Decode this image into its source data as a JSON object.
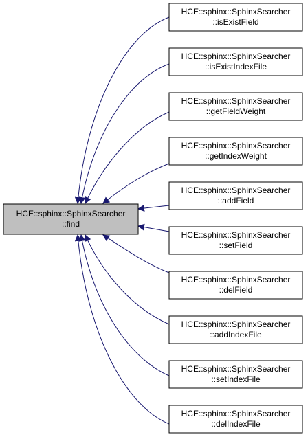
{
  "main_node": {
    "line1": "HCE::sphinx::SphinxSearcher",
    "line2": "::find",
    "fill": "#bfbfbf"
  },
  "caller_nodes": [
    {
      "line1": "HCE::sphinx::SphinxSearcher",
      "line2": "::isExistField"
    },
    {
      "line1": "HCE::sphinx::SphinxSearcher",
      "line2": "::isExistIndexFile"
    },
    {
      "line1": "HCE::sphinx::SphinxSearcher",
      "line2": "::getFieldWeight"
    },
    {
      "line1": "HCE::sphinx::SphinxSearcher",
      "line2": "::getIndexWeight"
    },
    {
      "line1": "HCE::sphinx::SphinxSearcher",
      "line2": "::addField"
    },
    {
      "line1": "HCE::sphinx::SphinxSearcher",
      "line2": "::setField"
    },
    {
      "line1": "HCE::sphinx::SphinxSearcher",
      "line2": "::delField"
    },
    {
      "line1": "HCE::sphinx::SphinxSearcher",
      "line2": "::addIndexFile"
    },
    {
      "line1": "HCE::sphinx::SphinxSearcher",
      "line2": "::setIndexFile"
    },
    {
      "line1": "HCE::sphinx::SphinxSearcher",
      "line2": "::delIndexFile"
    }
  ],
  "colors": {
    "edge": "#191970",
    "border": "#000000",
    "node_fill": "#ffffff"
  }
}
